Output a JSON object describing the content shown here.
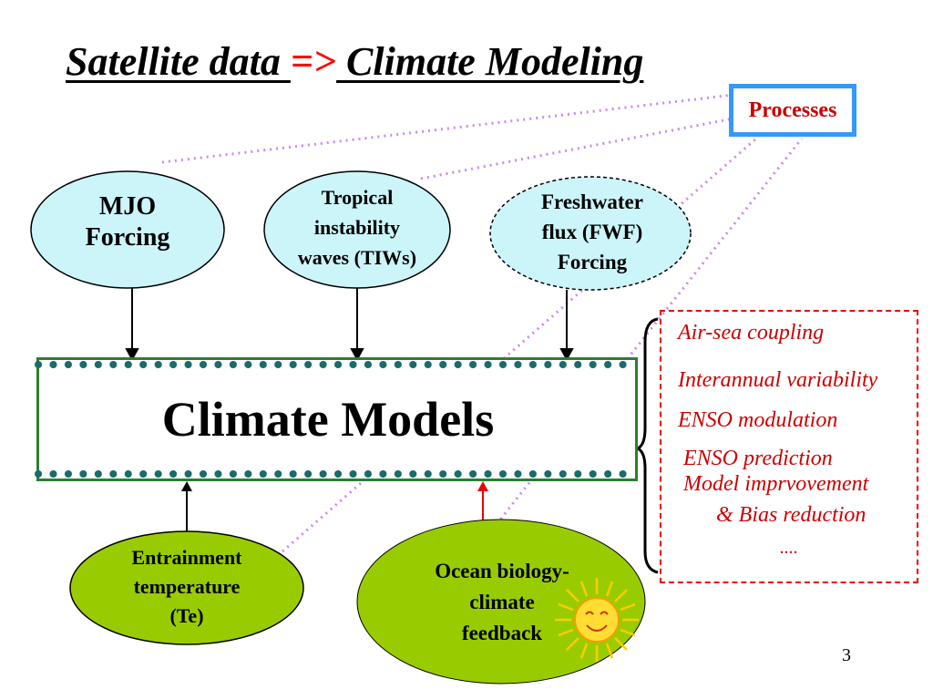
{
  "title": {
    "part1": "Satellite data ",
    "arrow": "=>",
    "part2": " Climate Modeling"
  },
  "processes_label": "Processes",
  "forcings": {
    "mjo": [
      "MJO",
      "Forcing"
    ],
    "tiw": [
      "Tropical",
      "instability",
      "waves (TIWs)"
    ],
    "fwf": [
      "Freshwater",
      "flux (FWF)",
      "Forcing"
    ]
  },
  "climate_models_label": "Climate Models",
  "feedbacks": {
    "entrainment": [
      "Entrainment",
      "temperature",
      "(Te)"
    ],
    "biology": [
      "Ocean biology-",
      "climate",
      "feedback"
    ]
  },
  "outcomes": [
    "Air-sea coupling",
    "Interannual variability",
    "ENSO modulation",
    "ENSO prediction",
    "Model imprvovement",
    "&  Bias reduction",
    "...."
  ],
  "page_number": "3",
  "colors": {
    "light_blue_oval": "#ccf5fa",
    "green_oval": "#99cc00",
    "processes_border": "#3399ff",
    "models_border": "#2e7d32",
    "dots": "#1b6b6b",
    "dotted_links": "#cc88ee",
    "outcome_text": "#cc0000",
    "red_arrow": "#ee0000",
    "sun": "#ffcc00"
  },
  "icons": {
    "sun": "sun-smiley-icon"
  }
}
